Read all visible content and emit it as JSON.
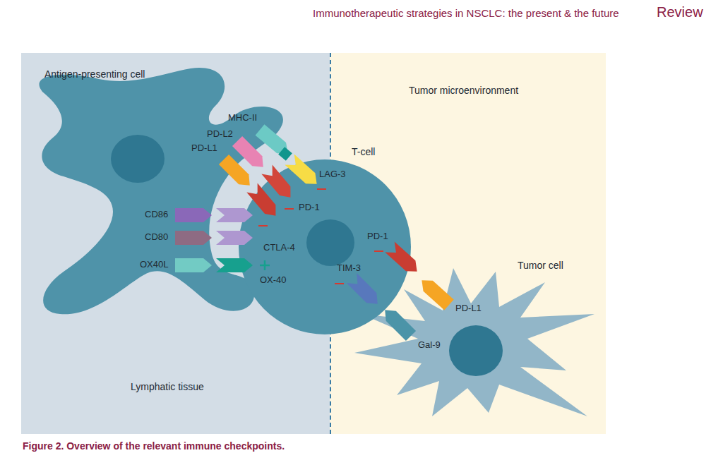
{
  "diagram": {
    "caption": "Figure 2. Overview of the relevant immune checkpoints.",
    "nodes": [
      {
        "text": [
          "Lymphatic tissue"
        ]
      },
      {
        "text": [
          "Antigen-presenting cell"
        ],
        "in": 0
      },
      {
        "text": [
          "Tumor microenvironment"
        ]
      },
      {
        "text": [
          "T-cell"
        ]
      },
      {
        "text": [
          "Tumor cell"
        ],
        "in": 2
      }
    ],
    "labels": [
      "Immunotherapeutic strategies in NSCLC: the present & the future",
      "Review",
      "MHC-II",
      "PD-L2",
      "PD-L1",
      "LAG-3",
      "PD-1",
      "CD86",
      "CD80",
      "CTLA-4",
      "OX40L",
      "OX-40",
      "PD-1",
      "TIM-3",
      "PD-L1",
      "Gal-9"
    ]
  }
}
